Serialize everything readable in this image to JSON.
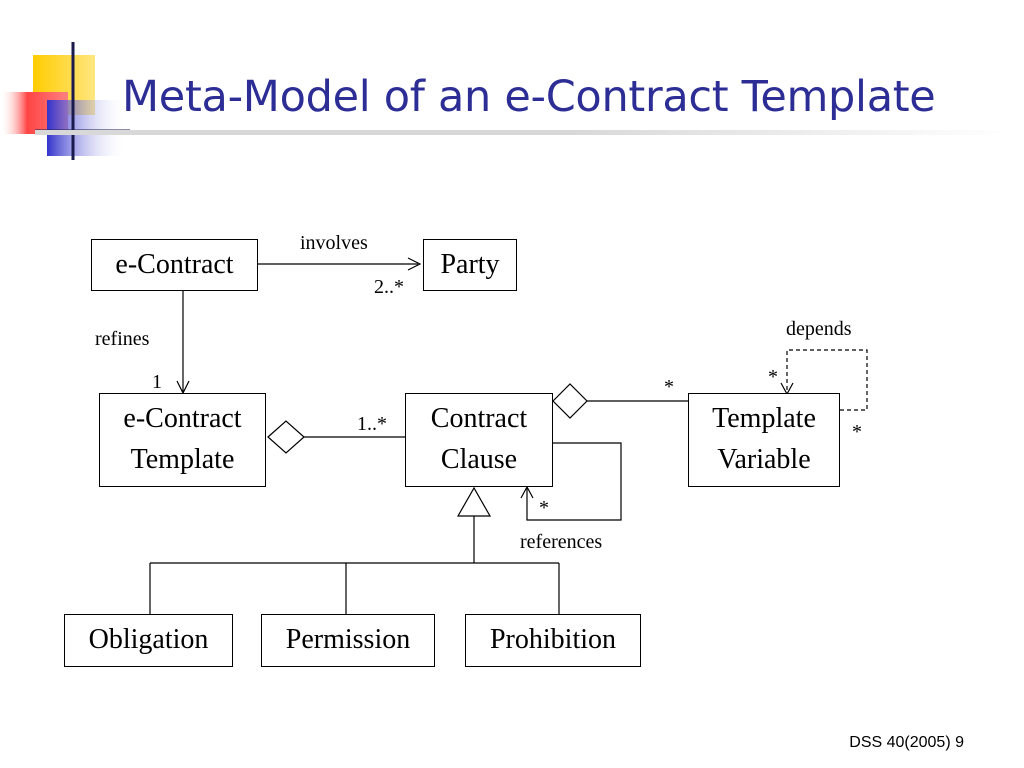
{
  "title": "Meta-Model of an e-Contract Template",
  "classes": {
    "econtract": "e-Contract",
    "party": "Party",
    "template_line1": "e-Contract",
    "template_line2": "Template",
    "clause_line1": "Contract",
    "clause_line2": "Clause",
    "variable_line1": "Template",
    "variable_line2": "Variable",
    "obligation": "Obligation",
    "permission": "Permission",
    "prohibition": "Prohibition"
  },
  "relations": {
    "involves": "involves",
    "involves_mult": "2..*",
    "refines": "refines",
    "refines_mult": "1",
    "clause_mult": "1..*",
    "variable_mult": "*",
    "depends": "depends",
    "depends_mult_target": "*",
    "depends_mult_source": "*",
    "references": "references",
    "references_mult": "*"
  },
  "footer": "DSS 40(2005) 9",
  "colors": {
    "title": "#2d2d96",
    "logo_yellow": "#ffcc00",
    "logo_blue": "#3333cc",
    "logo_red": "#ff3333"
  }
}
